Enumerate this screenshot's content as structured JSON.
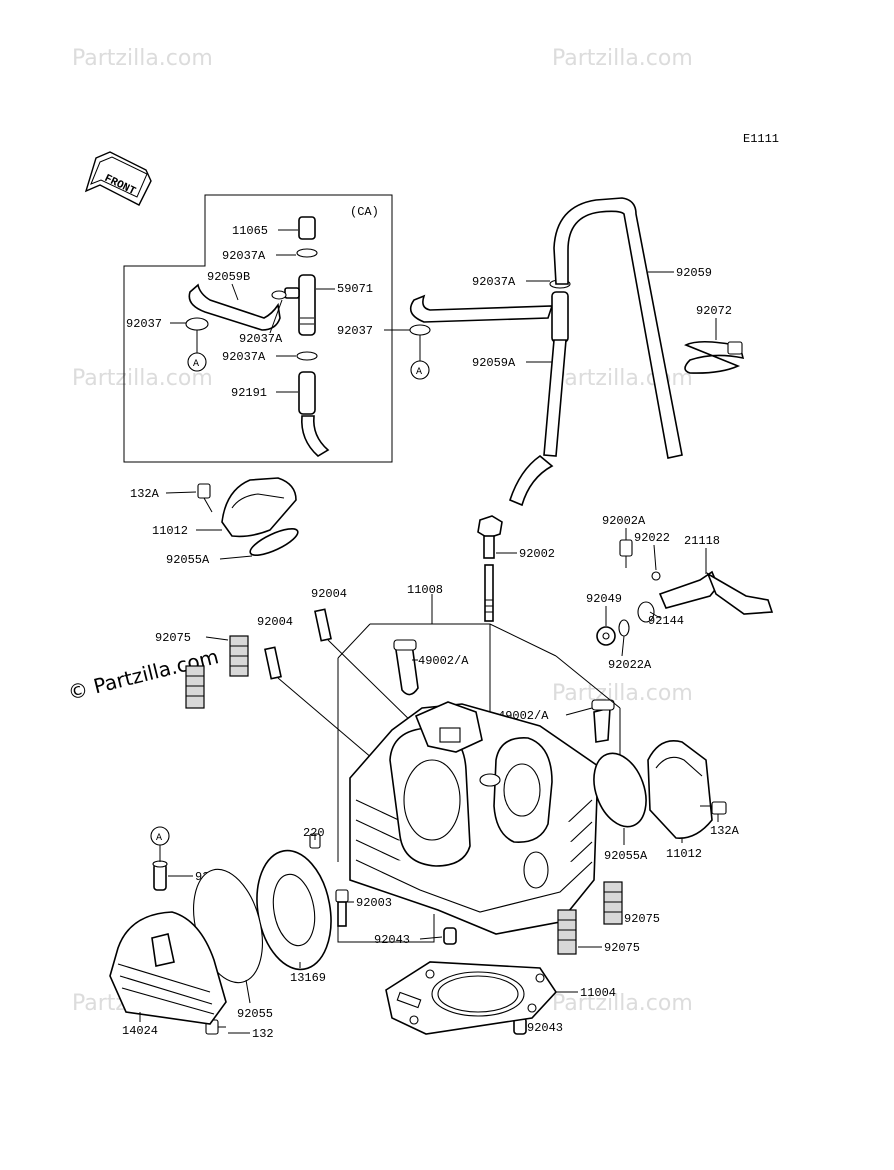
{
  "diagram_code": "E1111",
  "front_label": "FRONT",
  "ca_label": "(CA)",
  "ref_marker": "A",
  "watermark": "Partzilla.com",
  "watermark_large": "© Partzilla.com",
  "parts": {
    "p11065": "11065",
    "p92037A_1": "92037A",
    "p92059B": "92059B",
    "p59071": "59071",
    "p92037_1": "92037",
    "p92037A_2": "92037A",
    "p92037A_3": "92037A",
    "p92191": "92191",
    "p92037A_4": "92037A",
    "p92059": "92059",
    "p92037_2": "92037",
    "p92072": "92072",
    "p92059A": "92059A",
    "p132A_1": "132A",
    "p11012_1": "11012",
    "p92055A_1": "92055A",
    "p92002A": "92002A",
    "p92022": "92022",
    "p21118": "21118",
    "p92002": "92002",
    "p11008": "11008",
    "p92004_1": "92004",
    "p92049": "92049",
    "p92075_1": "92075",
    "p92004_2": "92004",
    "p92144": "92144",
    "p92022A": "92022A",
    "p49002_1": "49002/A",
    "p49002_2": "49002/A",
    "p220": "220",
    "p132A_2": "132A",
    "p92055A_2": "92055A",
    "p11012_2": "11012",
    "p92005": "92005",
    "p92003": "92003",
    "p92075_2": "92075",
    "p92043_1": "92043",
    "p92075_3": "92075",
    "p13169": "13169",
    "p11004": "11004",
    "p92055": "92055",
    "p92043_2": "92043",
    "p14024": "14024",
    "p132": "132"
  }
}
